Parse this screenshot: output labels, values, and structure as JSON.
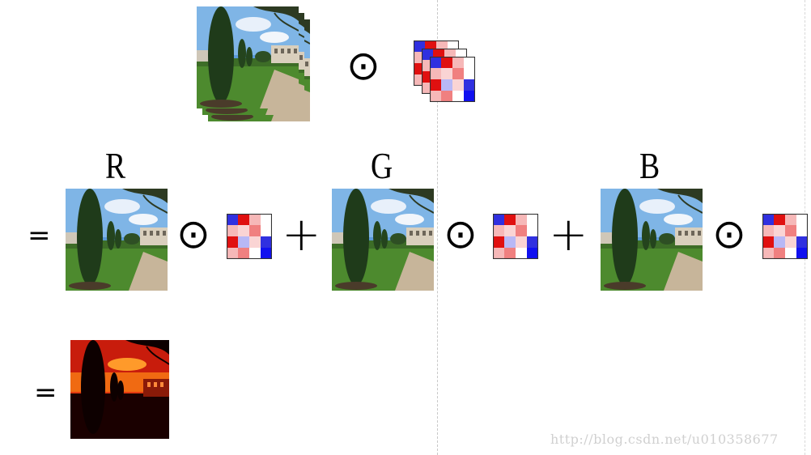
{
  "channels": {
    "r_label": "R",
    "g_label": "G",
    "b_label": "B"
  },
  "operators": {
    "hadamard": "⊙",
    "plus": "+",
    "equals": "="
  },
  "kernel_colors": [
    "#2f2fe0",
    "#e01010",
    "#ffffff",
    "#f6b8b8",
    "#b8b8f6",
    "#f08080"
  ],
  "watermark": "http://blog.csdn.net/u010358677"
}
